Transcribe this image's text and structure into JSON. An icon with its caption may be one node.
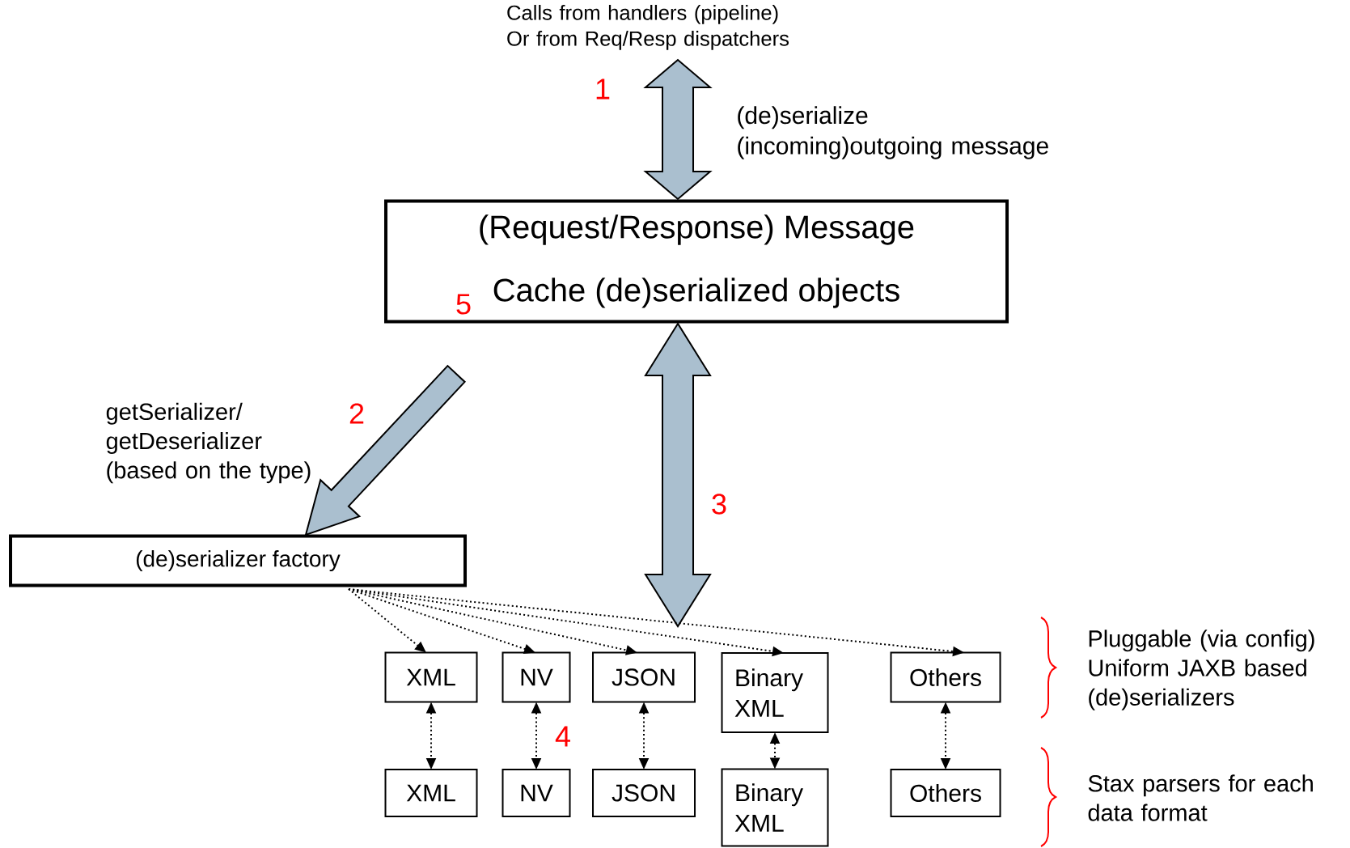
{
  "diagram": {
    "nodes": [
      {
        "text": [
          "Calls from handlers (pipeline) Or from Req/Resp dispatchers"
        ]
      },
      {
        "text": [
          "(Request/Response) Message",
          "Cache (de)serialized objects"
        ]
      },
      {
        "text": [
          "(de)serializer factory"
        ]
      },
      {
        "text": [
          "XML"
        ]
      },
      {
        "text": [
          "NV"
        ]
      },
      {
        "text": [
          "JSON"
        ]
      },
      {
        "text": [
          "Binary XML"
        ]
      },
      {
        "text": [
          "Others"
        ]
      },
      {
        "text": [
          "XML"
        ]
      },
      {
        "text": [
          "NV"
        ]
      },
      {
        "text": [
          "JSON"
        ]
      },
      {
        "text": [
          "Binary XML"
        ]
      },
      {
        "text": [
          "Others"
        ]
      }
    ],
    "edges": [
      {
        "from": 0,
        "to": 1,
        "arrow": "both",
        "style": "thick",
        "label": "(de)serialize (incoming)outgoing message"
      },
      {
        "from": 1,
        "to": 2,
        "arrow": "to",
        "style": "thick",
        "label": "getSerializer/ getDeserializer (based on the type)"
      },
      {
        "from": 1,
        "to": null,
        "arrow": "both",
        "style": "thick"
      },
      {
        "from": 2,
        "to": 3,
        "arrow": "to",
        "style": "dashed"
      },
      {
        "from": 2,
        "to": 4,
        "arrow": "to",
        "style": "dashed"
      },
      {
        "from": 2,
        "to": 5,
        "arrow": "to",
        "style": "dashed"
      },
      {
        "from": 2,
        "to": 6,
        "arrow": "to",
        "style": "dashed"
      },
      {
        "from": 2,
        "to": 7,
        "arrow": "to",
        "style": "dashed"
      },
      {
        "from": 3,
        "to": 8,
        "arrow": "both",
        "style": "dashed"
      },
      {
        "from": 4,
        "to": 9,
        "arrow": "both",
        "style": "dashed"
      },
      {
        "from": 5,
        "to": 10,
        "arrow": "both",
        "style": "dashed"
      },
      {
        "from": 6,
        "to": 11,
        "arrow": "both",
        "style": "dashed"
      },
      {
        "from": 7,
        "to": 12,
        "arrow": "both",
        "style": "dashed"
      }
    ],
    "labels": [
      "1",
      "5",
      "2",
      "3",
      "Pluggable (via config) Uniform JAXB based (de)serializers",
      "4",
      "Stax parsers for each data format"
    ]
  }
}
